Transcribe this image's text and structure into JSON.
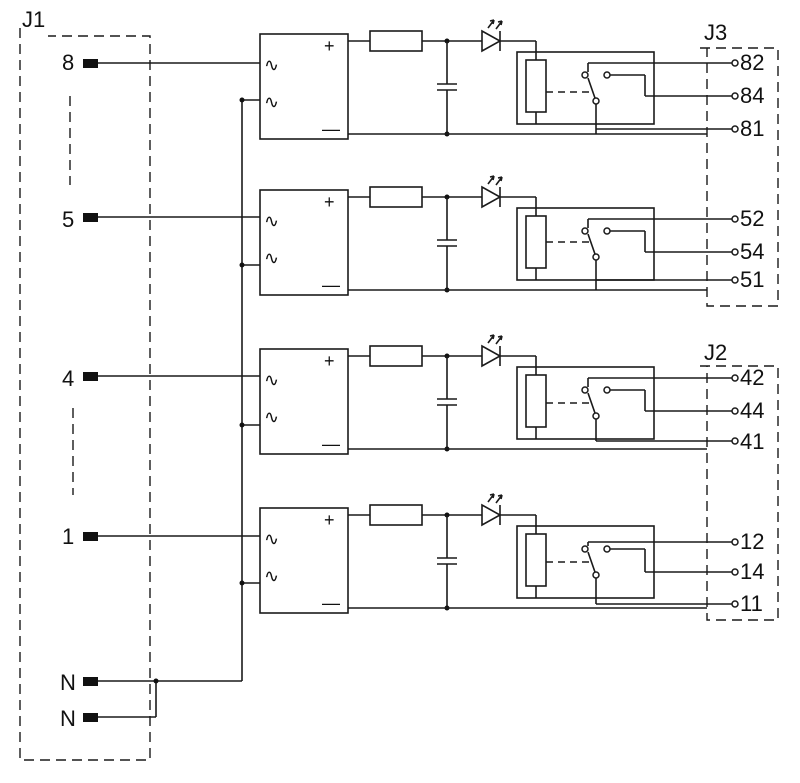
{
  "connectors": {
    "j1": {
      "name": "J1",
      "pins": [
        "8",
        "5",
        "4",
        "1"
      ],
      "neutrals": [
        "N",
        "N"
      ]
    },
    "j3": {
      "name": "J3",
      "terminals": [
        [
          "82",
          "84",
          "81"
        ],
        [
          "52",
          "54",
          "51"
        ]
      ]
    },
    "j2": {
      "name": "J2",
      "terminals": [
        [
          "42",
          "44",
          "41"
        ],
        [
          "12",
          "14",
          "11"
        ]
      ]
    }
  },
  "symbols": {
    "ac": "∿",
    "plus": "+",
    "minus": "—"
  }
}
